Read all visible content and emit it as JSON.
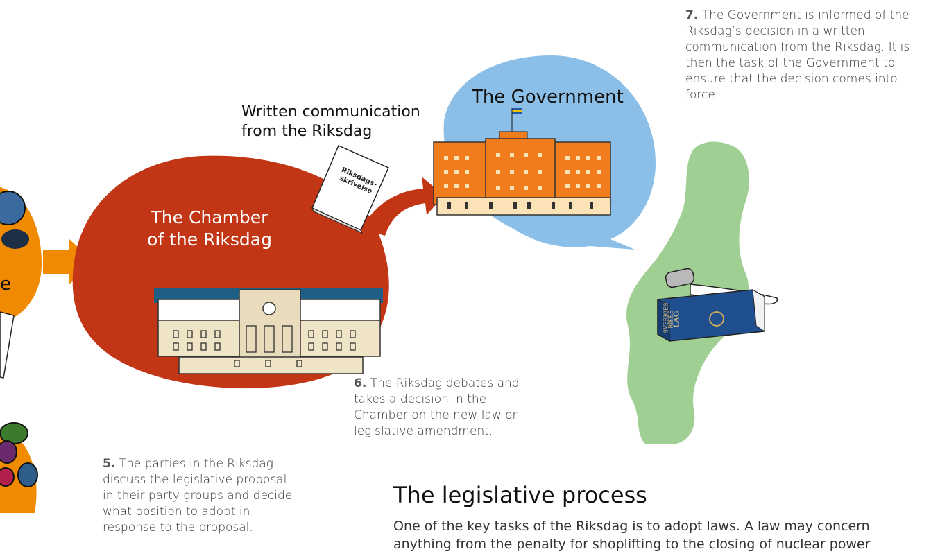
{
  "labels": {
    "government": "The Government",
    "chamber_line1": "The Chamber",
    "chamber_line2": "of the Riksdag",
    "written_line1": "Written communication",
    "written_line2": "from the Riksdag",
    "doc_title_1": "Riksdags-",
    "doc_title_2": "skrivelse",
    "book_line1": "SVERIGES",
    "book_line2": "RIKES",
    "book_line3": "LAG",
    "left_partial": "e"
  },
  "steps": {
    "step5": {
      "number": "5.",
      "text": "The parties in the Riksdag discuss the legislative proposal in their party groups and decide what position to adopt in response to the proposal."
    },
    "step6": {
      "number": "6.",
      "text": "The Riksdag debates and takes a decision in the Chamber on the new law or legislative amendment."
    },
    "step7": {
      "number": "7.",
      "text": "The Government is informed of the Riksdag’s decision in a written communication from the Riksdag. It is then the task of the Government to ensure that the decision comes into force."
    }
  },
  "section": {
    "title": "The legislative process",
    "body": "One of the key tasks of the Riksdag is to adopt laws. A law may concern anything from the penalty for shoplifting to the closing of nuclear power"
  },
  "colors": {
    "chamber_red": "#c23616",
    "government_blue": "#8bbfe8",
    "sweden_green": "#9fcf93",
    "party_orange": "#f08a00",
    "building_orange": "#f07c1e",
    "book_blue": "#1f4f8f"
  }
}
